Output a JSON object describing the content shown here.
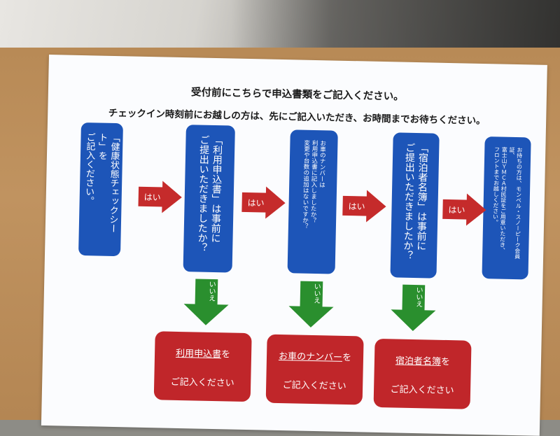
{
  "title_line1": "受付前にこちらで申込書類をご記入ください。",
  "title_line2": "チェックイン時刻前にお越しの方は、先にご記入いただき、お時間までお待ちください。",
  "steps": [
    "「健康状態チェックシート」を\nご記入ください。",
    "「利用申込書」は事前に\nご提出いただきましたか？",
    "お車のナンバーは\n利用申込書に記入しましたか？\n変更や台数の追加はないですか？",
    "「宿泊者名簿」は事前に\nご提出いただきましたか？",
    "お持ちの方は、モンベル・スノーピーク会員証、\n富士山ＹＭＣＡ村民証をご用意いただき、\nフロントまでお越しください。"
  ],
  "yes_label": "はい",
  "no_label": "いいえ",
  "actions": [
    {
      "item": "利用申込書",
      "suffix": "を",
      "line2": "ご記入ください"
    },
    {
      "item": "お車のナンバー",
      "suffix": "を",
      "line2": "ご記入ください"
    },
    {
      "item": "宿泊者名簿",
      "suffix": "を",
      "line2": "ご記入ください"
    }
  ],
  "colors": {
    "step_blue": "#1d55b8",
    "yes_red": "#c52b2b",
    "no_green": "#2a8f2e",
    "action_red": "#c0262a"
  }
}
